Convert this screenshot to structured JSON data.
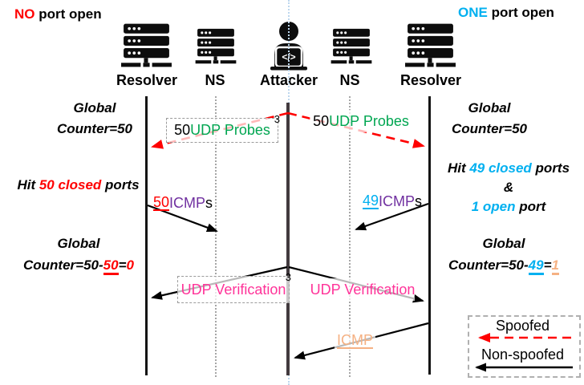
{
  "header": {
    "left": {
      "highlight": "NO",
      "rest": " port open",
      "highlight_color": "#ff0000"
    },
    "right": {
      "highlight": "ONE",
      "rest": " port open",
      "highlight_color": "#00b0f0"
    }
  },
  "entities": [
    {
      "label": "Resolver",
      "icon": "server-rack-icon"
    },
    {
      "label": "NS",
      "icon": "server-rack-icon"
    },
    {
      "label": "Attacker",
      "icon": "attacker-laptop-icon"
    },
    {
      "label": "NS",
      "icon": "server-rack-icon"
    },
    {
      "label": "Resolver",
      "icon": "server-rack-icon"
    }
  ],
  "left_scenario": {
    "counter_top": {
      "line1": "Global",
      "line2": "Counter=50"
    },
    "hit": {
      "pre": "Hit ",
      "highlight": "50 closed",
      "post": " ports"
    },
    "counter_bottom": {
      "line1": "Global",
      "pre": "Counter=50-",
      "subtracted": "50",
      "equals": "=",
      "result": "0"
    }
  },
  "right_scenario": {
    "counter_top": {
      "line1": "Global",
      "line2": "Counter=50"
    },
    "hit": {
      "pre": "Hit ",
      "highlight": "49 closed",
      "post": " ports",
      "amp": "&",
      "highlight2": "1 open",
      "post2": " port"
    },
    "counter_bottom": {
      "line1": "Global",
      "pre": "Counter=50-",
      "subtracted": "49",
      "equals": "=",
      "result": "1"
    }
  },
  "messages": {
    "probes_left": {
      "count": "50 ",
      "label": "UDP Probes",
      "footnote": "3"
    },
    "probes_right": {
      "count": "50 ",
      "label": "UDP Probes"
    },
    "icmps_left": {
      "count": "50",
      "label": " ICMP",
      "suffix": "s"
    },
    "icmps_right": {
      "count": "49",
      "label": " ICMP",
      "suffix": "s"
    },
    "verification_left": {
      "label": "UDP Verification",
      "footnote": "3"
    },
    "verification_right": {
      "label": "UDP Verification"
    },
    "icmp_bottom": {
      "label": "ICMP"
    }
  },
  "legend": {
    "spoofed": "Spoofed",
    "non_spoofed": "Non-spoofed"
  },
  "colors": {
    "red": "#ff0000",
    "cyan": "#00b0f0",
    "green": "#00a651",
    "purple": "#7030a0",
    "pink": "#ff3399",
    "orange": "#f5b183",
    "ns_lifeline": "#a6a6a6",
    "attacker_lifeline": "#423a3e",
    "attacker_guide": "#bdd7ee"
  }
}
